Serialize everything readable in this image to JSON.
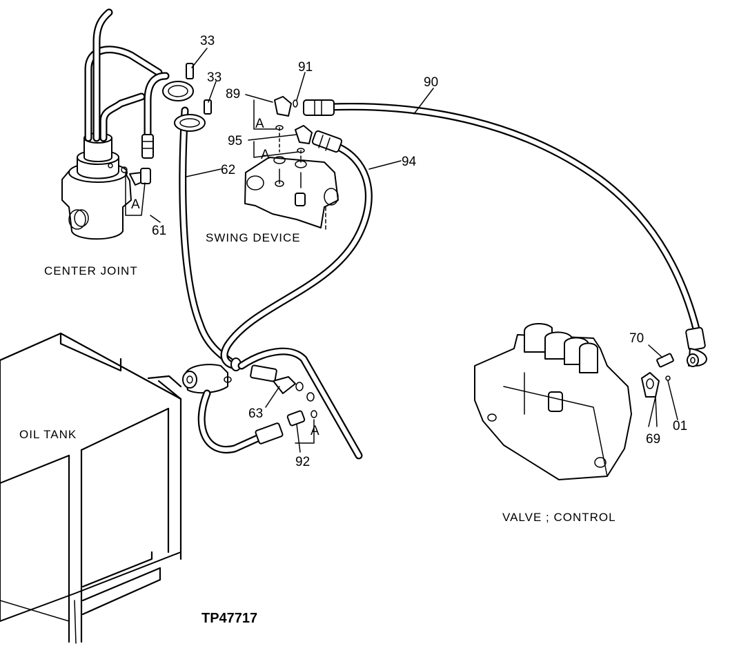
{
  "diagram": {
    "reference_id": "TP47717",
    "components": {
      "center_joint": "CENTER JOINT",
      "swing_device": "SWING DEVICE",
      "oil_tank": "OIL TANK",
      "valve_control": "VALVE ; CONTROL"
    },
    "callouts": {
      "p33a": "33",
      "p33b": "33",
      "p91": "91",
      "p90": "90",
      "p89": "89",
      "p95": "95",
      "p94": "94",
      "p62": "62",
      "p61": "61",
      "p63": "63",
      "p92": "92",
      "p70": "70",
      "p69": "69",
      "p01": "01"
    },
    "view_markers": {
      "a1": "A",
      "a2": "A",
      "a3": "A",
      "a4": "A"
    }
  }
}
